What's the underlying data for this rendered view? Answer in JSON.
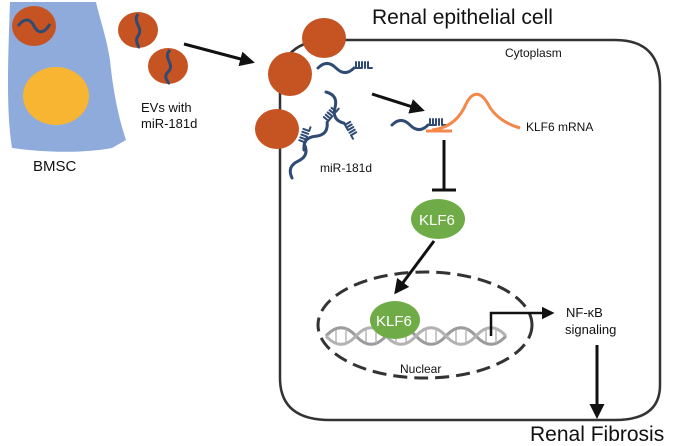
{
  "labels": {
    "cell_title": "Renal epithelial cell",
    "cytoplasm": "Cytoplasm",
    "bmsc": "BMSC",
    "evs_line1": "EVs with",
    "evs_line2": "miR-181d",
    "mirna": "miR-181d",
    "klf6_mrna": "KLF6 mRNA",
    "klf6_protein": "KLF6",
    "klf6_nuclear": "KLF6",
    "nuclear": "Nuclear",
    "nfkb_line1": "NF-κB",
    "nfkb_line2": "signaling",
    "outcome": "Renal Fibrosis"
  },
  "colors": {
    "bmsc_cell": "#8fabdb",
    "bmsc_nucleus": "#f7b531",
    "vesicle": "#c65322",
    "mirna": "#2f4a73",
    "mrna": "#f4884a",
    "klf6": "#6fab47",
    "dna": "#9b9b9b",
    "line": "#111111"
  }
}
